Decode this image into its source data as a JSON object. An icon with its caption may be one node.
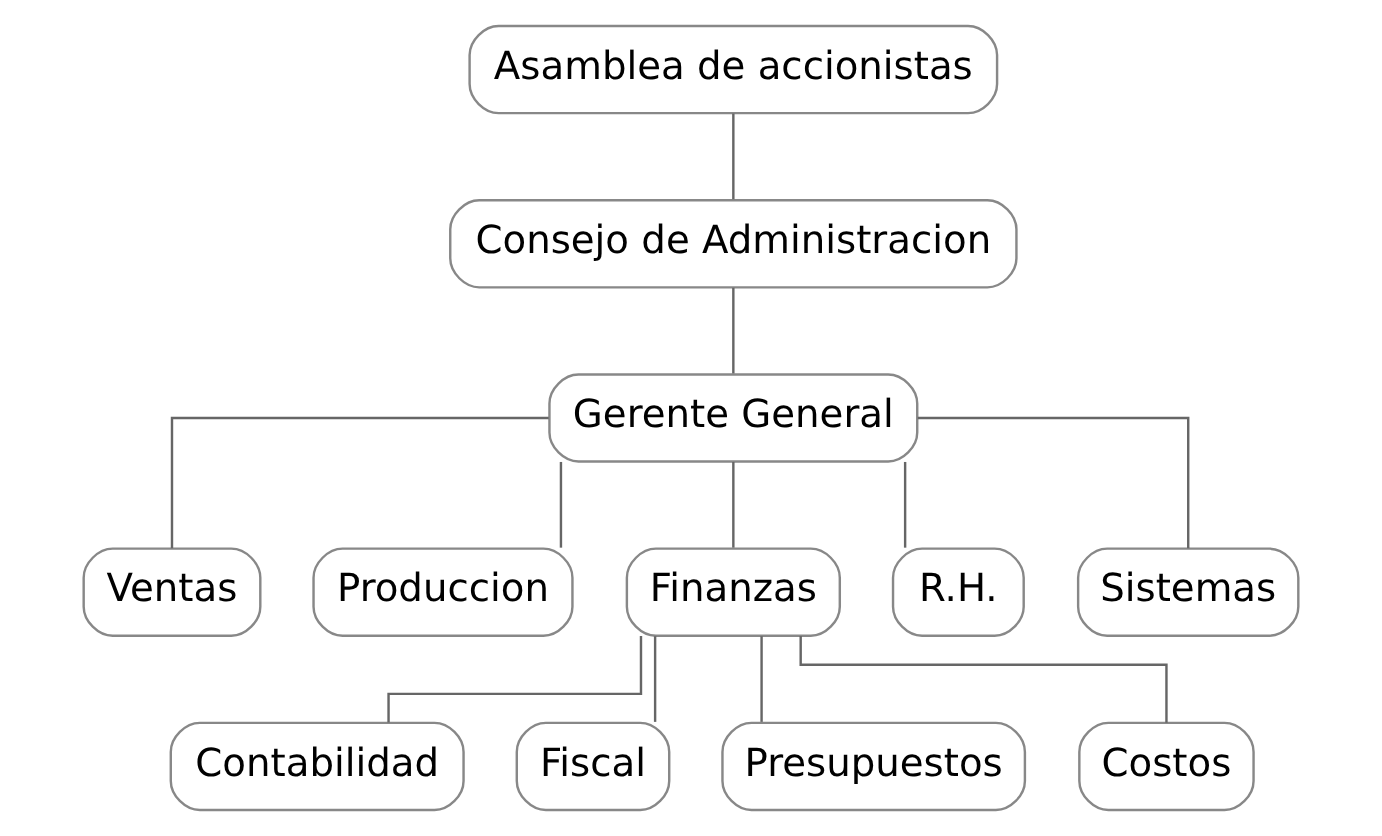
{
  "diagram": {
    "nodes": [
      {
        "text": [
          "Asamblea de accionistas"
        ]
      },
      {
        "text": [
          "Consejo de Administracion"
        ]
      },
      {
        "text": [
          "Gerente General"
        ]
      },
      {
        "text": [
          "Ventas"
        ]
      },
      {
        "text": [
          "Produccion"
        ]
      },
      {
        "text": [
          "Finanzas"
        ]
      },
      {
        "text": [
          "R.H."
        ]
      },
      {
        "text": [
          "Sistemas"
        ]
      },
      {
        "text": [
          "Contabilidad"
        ]
      },
      {
        "text": [
          "Fiscal"
        ]
      },
      {
        "text": [
          "Presupuestos"
        ]
      },
      {
        "text": [
          "Costos"
        ]
      }
    ],
    "edges": [
      {
        "from": 0,
        "to": 1,
        "arrow": "none"
      },
      {
        "from": 1,
        "to": 2,
        "arrow": "none"
      },
      {
        "from": 2,
        "to": 3,
        "arrow": "none"
      },
      {
        "from": 2,
        "to": 4,
        "arrow": "none"
      },
      {
        "from": 2,
        "to": 5,
        "arrow": "none"
      },
      {
        "from": 2,
        "to": 6,
        "arrow": "none"
      },
      {
        "from": 2,
        "to": 7,
        "arrow": "none"
      },
      {
        "from": 5,
        "to": 8,
        "arrow": "none"
      },
      {
        "from": 5,
        "to": 9,
        "arrow": "none"
      },
      {
        "from": 5,
        "to": 10,
        "arrow": "none"
      },
      {
        "from": 5,
        "to": 11,
        "arrow": "none"
      }
    ]
  }
}
